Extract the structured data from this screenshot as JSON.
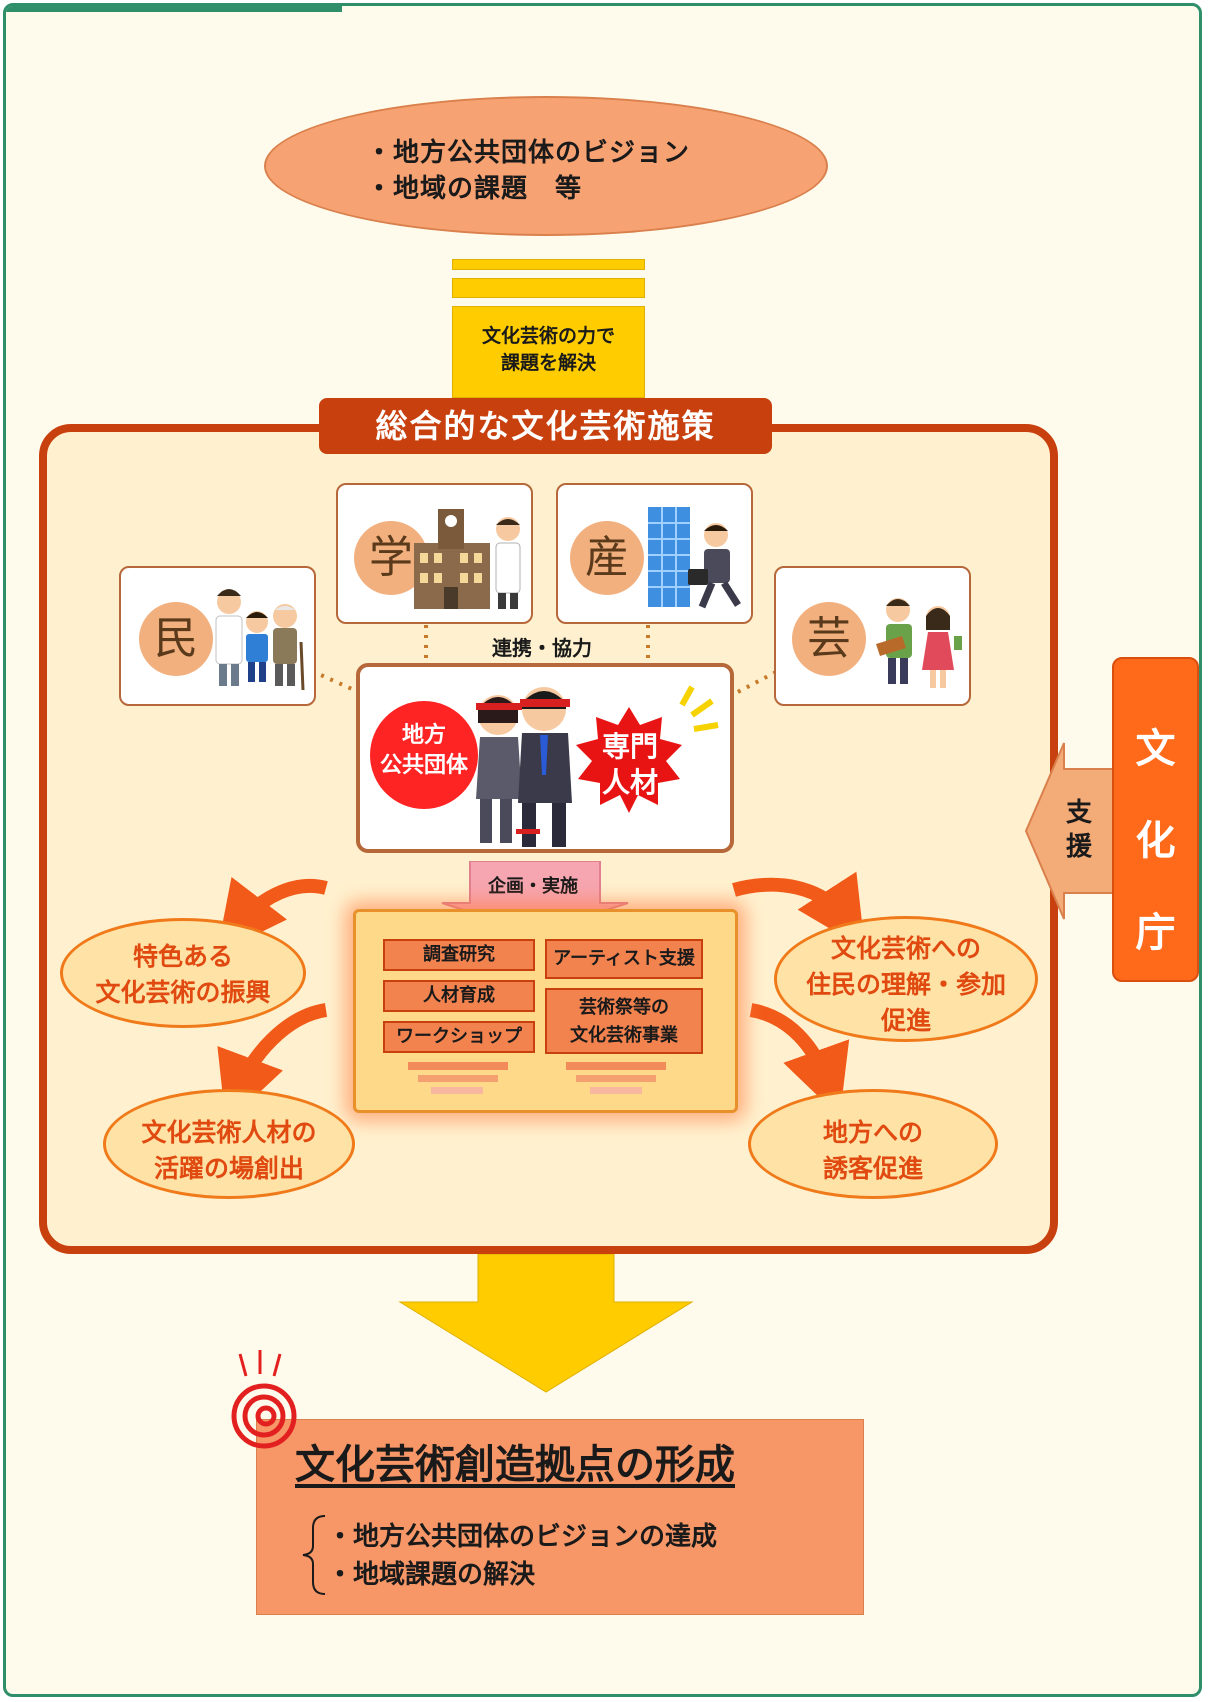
{
  "top": {
    "lines": [
      "・地方公共団体のビジョン",
      "・地域の課題　等"
    ]
  },
  "arrow_text": {
    "line1": "文化芸術の力で",
    "line2": "課題を解決"
  },
  "main_box": {
    "title": "総合的な文化芸術施策"
  },
  "stakeholders": {
    "min": "民",
    "gaku": "学",
    "san": "産",
    "gei": "芸",
    "cooperation": "連携・協力"
  },
  "center": {
    "local_gov_line1": "地方",
    "local_gov_line2": "公共団体",
    "expert_line1": "専門",
    "expert_line2": "人材"
  },
  "plan": {
    "label": "企画・実施"
  },
  "activities": {
    "left": [
      "調査研究",
      "人材育成",
      "ワークショップ"
    ],
    "artist_support": "アーティスト支援",
    "festival_line1": "芸術祭等の",
    "festival_line2": "文化芸術事業"
  },
  "outcomes": {
    "top_left": [
      "特色ある",
      "文化芸術の振興"
    ],
    "bottom_left": [
      "文化芸術人材の",
      "活躍の場創出"
    ],
    "top_right": [
      "文化芸術への",
      "住民の理解・参加",
      "促進"
    ],
    "bottom_right": [
      "地方への",
      "誘客促進"
    ]
  },
  "agency": {
    "chars": [
      "文",
      "化",
      "庁"
    ],
    "support": [
      "支",
      "援"
    ]
  },
  "result": {
    "title": "文化芸術創造拠点の形成",
    "lines": [
      "・地方公共団体のビジョンの達成",
      "・地域課題の解決"
    ]
  },
  "colors": {
    "frame": "#2f8f6a",
    "main_border": "#c9400f",
    "main_fill": "#fff1cf",
    "arrow_yellow": "#ffcc00",
    "agency_orange": "#ff6a1a",
    "outcome_text": "#e04a10"
  }
}
